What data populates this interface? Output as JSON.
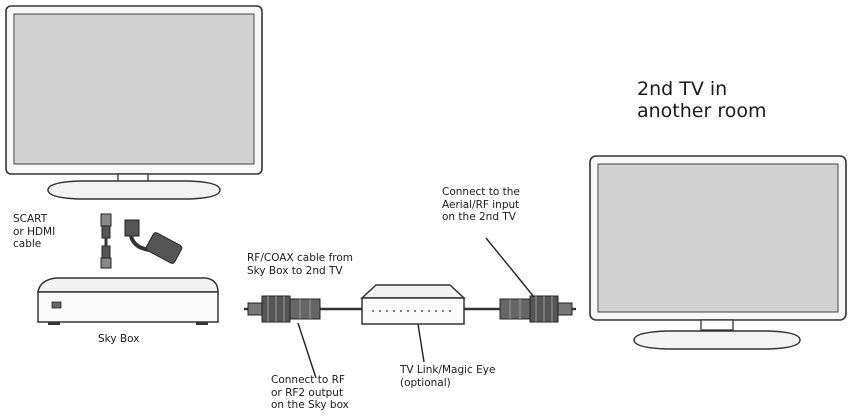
{
  "labels": {
    "second_tv_room": "2nd TV in\nanother room",
    "scart_hdmi": "SCART\nor HDMI\ncable",
    "sky_box": "Sky Box",
    "rf_cable": "RF/COAX cable from\nSky Box to 2nd TV",
    "connect_aerial": "Connect to the\nAerial/RF input\non the 2nd TV",
    "connect_rf": "Connect to RF\nor RF2 output\non the Sky box",
    "tv_link": "TV Link/Magic Eye\n(optional)"
  },
  "colors": {
    "screen": "#d2d2d2",
    "outline": "#333333",
    "body": "#f6f6f6"
  }
}
